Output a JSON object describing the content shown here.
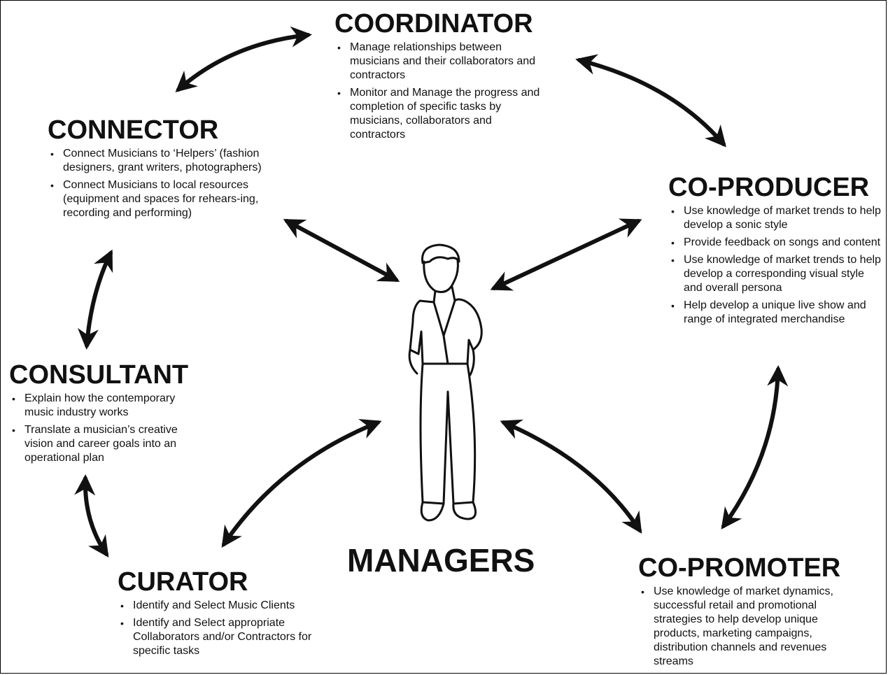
{
  "center": {
    "label": "MANAGERS",
    "figure_icon": "person-standing-icon"
  },
  "roles": [
    {
      "key": "coordinator",
      "title": "COORDINATOR",
      "bullets": [
        "Manage relationships between musicians and their collaborators and contractors",
        "Monitor and Manage the progress and completion of specific tasks by musicians, collaborators and contractors"
      ]
    },
    {
      "key": "connector",
      "title": "CONNECTOR",
      "bullets": [
        "Connect Musicians to ‘Helpers’ (fashion designers, grant writers, photographers)",
        "Connect Musicians to local resources (equipment and spaces for rehears-ing, recording and performing)"
      ]
    },
    {
      "key": "coproducer",
      "title": "CO-PRODUCER",
      "bullets": [
        "Use knowledge of market trends to help develop a sonic style",
        "Provide feedback on songs and content",
        "Use knowledge of market trends to help develop a corresponding visual style and overall persona",
        "Help develop a unique live show and range of integrated merchandise"
      ]
    },
    {
      "key": "consultant",
      "title": "CONSULTANT",
      "bullets": [
        "Explain how the contemporary music industry works",
        "Translate a musician’s creative vision and career goals into an operational plan"
      ]
    },
    {
      "key": "curator",
      "title": "CURATOR",
      "bullets": [
        "Identify and Select Music Clients",
        "Identify and Select appropriate Collaborators and/or Contractors for specific tasks"
      ]
    },
    {
      "key": "copromoter",
      "title": "CO-PROMOTER",
      "bullets": [
        "Use knowledge of market dynamics, successful retail and promotional strategies to help develop unique products, marketing campaigns, distribution channels and revenues streams"
      ]
    }
  ],
  "colors": {
    "ink": "#111111",
    "background": "#ffffff"
  }
}
